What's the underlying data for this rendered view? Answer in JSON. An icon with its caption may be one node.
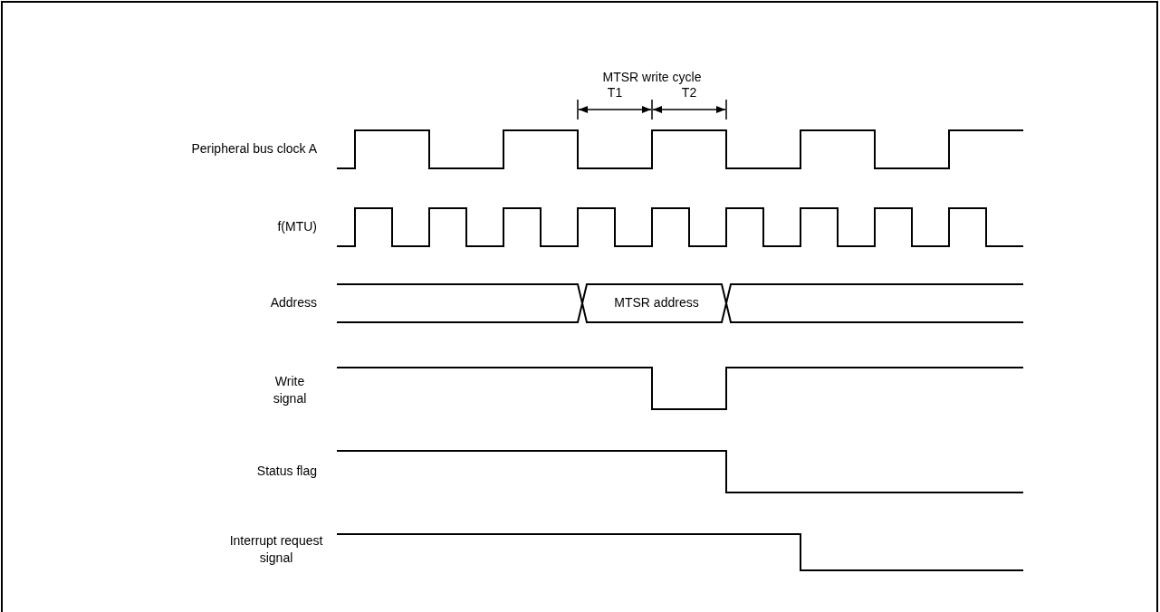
{
  "diagram": {
    "labels": [
      "MTSR write cycle",
      "T1",
      "T2",
      "Peripheral bus clock A",
      "f(MTU)",
      "Address",
      "MTSR address",
      "Write signal",
      "Status flag",
      "Interrupt request signal"
    ]
  }
}
